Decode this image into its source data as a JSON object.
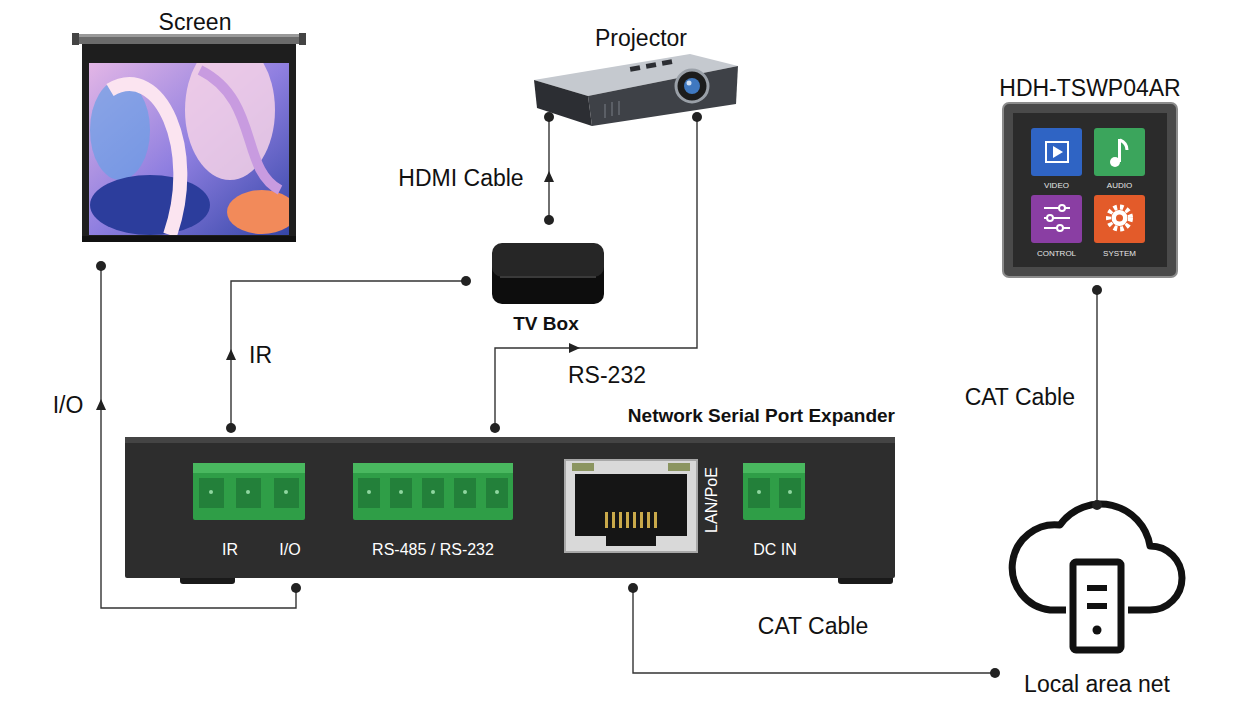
{
  "diagram": {
    "nodes": [
      {
        "text": [
          "Screen"
        ]
      },
      {
        "text": [
          "Projector"
        ]
      },
      {
        "text": [
          "HDH-TSWP04AR"
        ]
      },
      {
        "text": [
          "TV Box"
        ]
      },
      {
        "text": [
          "Network Serial Port Expander"
        ]
      },
      {
        "text": [
          "Local area net"
        ]
      }
    ],
    "edges": [
      {
        "from": 3,
        "to": 1,
        "arrow": "to",
        "label": "HDMI Cable"
      },
      {
        "from": 4,
        "to": 3,
        "arrow": "to",
        "label": "IR"
      },
      {
        "from": 4,
        "to": 1,
        "arrow": "to",
        "label": "RS-232"
      },
      {
        "from": 4,
        "to": 0,
        "arrow": "to",
        "label": "I/O"
      },
      {
        "from": 4,
        "to": 5,
        "arrow": "none",
        "label": "CAT Cable"
      },
      {
        "from": 2,
        "to": 5,
        "arrow": "none",
        "label": "CAT Cable"
      }
    ],
    "labels": [
      "VIDEO",
      "AUDIO",
      "CONTROL",
      "SYSTEM",
      "IR",
      "I/O",
      "RS-485 / RS-232",
      "LAN/PoE",
      "DC IN"
    ]
  }
}
